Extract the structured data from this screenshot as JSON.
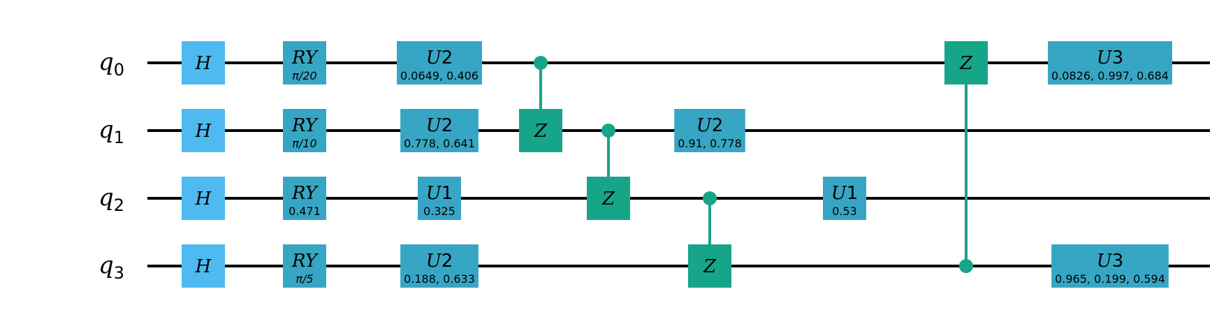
{
  "qubits": [
    {
      "symbol": "q",
      "index": "0"
    },
    {
      "symbol": "q",
      "index": "1"
    },
    {
      "symbol": "q",
      "index": "2"
    },
    {
      "symbol": "q",
      "index": "3"
    }
  ],
  "colors": {
    "wire": "#000000",
    "h_gate": "#4fbaf0",
    "param_gate": "#37a6c4",
    "cz_gate": "#17a589"
  },
  "gates": [
    {
      "type": "H",
      "name": "H",
      "qubit": 0,
      "col": 0
    },
    {
      "type": "H",
      "name": "H",
      "qubit": 1,
      "col": 0
    },
    {
      "type": "H",
      "name": "H",
      "qubit": 2,
      "col": 0
    },
    {
      "type": "H",
      "name": "H",
      "qubit": 3,
      "col": 0
    },
    {
      "type": "RY",
      "name": "RY",
      "num": "",
      "param": "π/20",
      "qubit": 0,
      "col": 1
    },
    {
      "type": "RY",
      "name": "RY",
      "num": "",
      "param": "π/10",
      "qubit": 1,
      "col": 1
    },
    {
      "type": "RY",
      "name": "RY",
      "num": "",
      "param": "0.471",
      "qubit": 2,
      "col": 1
    },
    {
      "type": "RY",
      "name": "RY",
      "num": "",
      "param": "π/5",
      "qubit": 3,
      "col": 1
    },
    {
      "type": "U",
      "name": "U",
      "num": "2",
      "param": "0.0649, 0.406",
      "qubit": 0,
      "col": 2
    },
    {
      "type": "U",
      "name": "U",
      "num": "2",
      "param": "0.778, 0.641",
      "qubit": 1,
      "col": 2
    },
    {
      "type": "U",
      "name": "U",
      "num": "1",
      "param": "0.325",
      "qubit": 2,
      "col": 2
    },
    {
      "type": "U",
      "name": "U",
      "num": "2",
      "param": "0.188, 0.633",
      "qubit": 3,
      "col": 2
    },
    {
      "type": "CZ",
      "name": "Z",
      "control": 0,
      "target": 1,
      "col": 3
    },
    {
      "type": "CZ",
      "name": "Z",
      "control": 1,
      "target": 2,
      "col": 4
    },
    {
      "type": "U",
      "name": "U",
      "num": "2",
      "param": "0.91, 0.778",
      "qubit": 1,
      "col": 5
    },
    {
      "type": "CZ",
      "name": "Z",
      "control": 2,
      "target": 3,
      "col": 5
    },
    {
      "type": "U",
      "name": "U",
      "num": "1",
      "param": "0.53",
      "qubit": 2,
      "col": 6
    },
    {
      "type": "CZ",
      "name": "Z",
      "control": 3,
      "target": 0,
      "col": 7
    },
    {
      "type": "U",
      "name": "U",
      "num": "3",
      "param": "0.0826, 0.997, 0.684",
      "qubit": 0,
      "col": 8
    },
    {
      "type": "U",
      "name": "U",
      "num": "3",
      "param": "0.965, 0.199, 0.594",
      "qubit": 3,
      "col": 8
    }
  ]
}
